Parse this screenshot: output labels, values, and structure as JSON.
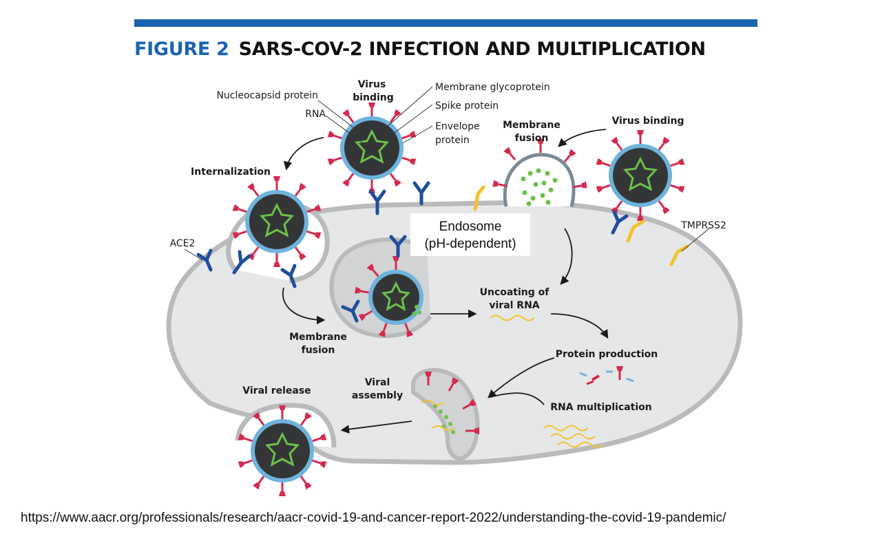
{
  "header": {
    "figure_number": "FIGURE 2",
    "figure_title": "SARS-COV-2 INFECTION AND MULTIPLICATION"
  },
  "labels": {
    "nucleocapsid": "Nucleocapsid protein",
    "rna": "RNA",
    "virus_binding_top_1": "Virus",
    "virus_binding_top_2": "binding",
    "membrane_glycoprotein": "Membrane glycoprotein",
    "spike_protein": "Spike protein",
    "envelope_1": "Envelope",
    "envelope_2": "protein",
    "membrane_fusion_top_1": "Membrane",
    "membrane_fusion_top_2": "fusion",
    "virus_binding_right": "Virus binding",
    "internalization": "Internalization",
    "ace2": "ACE2",
    "tmprss2": "TMPRSS2",
    "endosome_1": "Endosome",
    "endosome_2": "(pH-dependent)",
    "uncoating_1": "Uncoating of",
    "uncoating_2": "viral RNA",
    "membrane_fusion_bottom_1": "Membrane",
    "membrane_fusion_bottom_2": "fusion",
    "protein_production": "Protein production",
    "viral_assembly_1": "Viral",
    "viral_assembly_2": "assembly",
    "viral_release": "Viral release",
    "rna_multiplication": "RNA multiplication"
  },
  "source_url": "https://www.aacr.org/professionals/research/aacr-covid-19-and-cancer-report-2022/understanding-the-covid-19-pandemic/",
  "colors": {
    "accent_blue": "#1b63b0",
    "cell_fill": "#e6e7e8",
    "cell_border": "#b9babb",
    "virion_core": "#333536",
    "envelope_blue": "#6fb3dd",
    "spike_red": "#d42a4e",
    "rna_green": "#6cc24a",
    "ace2_blue": "#1f4e9c",
    "tmprss2_yellow": "#f6c02c"
  }
}
